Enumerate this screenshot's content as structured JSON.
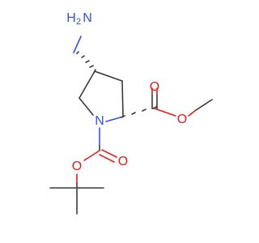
{
  "colors": {
    "carbon": "#3a3a3a",
    "oxygen": "#e41b1b",
    "nitrogen": "#3050f8",
    "background": "#ffffff"
  },
  "labels": {
    "amine_n": "N",
    "amine_h2": "H",
    "amine_h2_sub": "2",
    "ring_n": "N",
    "ester_o_double": "O",
    "ester_o_single": "O",
    "boc_o_double": "O",
    "boc_o_single": "O"
  }
}
